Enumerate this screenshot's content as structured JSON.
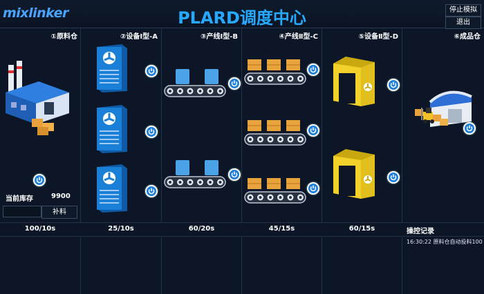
{
  "header": {
    "logo": "mixlinker",
    "title": "PLARD调度中心",
    "stop_sim_label": "停止模拟",
    "exit_label": "退出"
  },
  "columns": [
    {
      "label": "①原料仓",
      "rate": "100/10s"
    },
    {
      "label": "②设备Ⅰ型-A",
      "rate": "25/10s"
    },
    {
      "label": "③产线Ⅰ型-B",
      "rate": "60/20s"
    },
    {
      "label": "④产线Ⅱ型-C",
      "rate": "45/15s"
    },
    {
      "label": "⑤设备Ⅱ型-D",
      "rate": "60/15s"
    },
    {
      "label": "⑥成品仓",
      "rate": "操控记录"
    }
  ],
  "inventory": {
    "label": "当前库存",
    "value": "9900",
    "input_value": "",
    "replenish_label": "补料"
  },
  "log": {
    "entries": [
      "16:30:22 原料仓自动投料100"
    ]
  },
  "colors": {
    "accent": "#27a9ff",
    "cabinet_blue": "#1a7fd6",
    "cabinet_yellow": "#f2d22a",
    "background": "#0c1626"
  },
  "icons": [
    "power-icon",
    "fan-icon",
    "conveyor-icon",
    "factory-icon",
    "warehouse-icon",
    "forklift-icon"
  ]
}
